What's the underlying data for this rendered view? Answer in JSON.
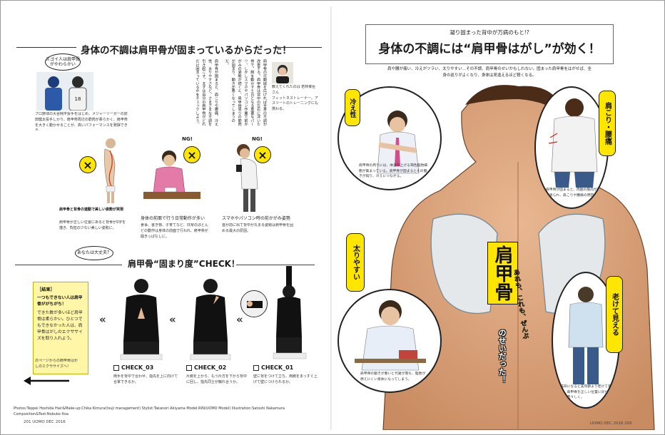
{
  "left_page": {
    "header": "身体の不調は肩甲骨が固まっているからだった！",
    "bubble_top": "スゴイ人は肩甲骨がやわらかい",
    "athlete_caption": "プロ野球の大谷翔平投手をはじめ、メジャーリーガーの前田健太投手しかり、肩甲骨周辺の筋肉が柔らかく、肩甲骨を大きく動かせることが、高いパフォーマンスを発揮できる。",
    "expert_caption": "教えてくれたのは 若林孝臣さん",
    "expert_role": "フィットネストレーナー。アスリートのトレーニングにも携わる。",
    "expert_name": "若林孝臣さん",
    "body_text_1": "肩甲骨の可動域を広げれば全身の不調が改善する。肩甲骨は背中の左右に浮いた骨で、腕を動かす土台となる重要なパーツ。しかしスマホやパソコン作業で前かがみの姿勢が続くと、肩甲骨周りの筋肉が固まり、動きが悪くなってしまうのだ。",
    "body_text_2": "肩甲骨が固まると、肩こりや腰痛、冷え性、太りやすさなど、さまざまな不調を引き起こす。まずは自分の肩甲骨がどれだけ固まっているかをチェックしよう。",
    "ng_label": "NG!",
    "cap_posture": "肩甲骨と背骨の連動で美しい姿勢が実現",
    "cap_posture_small": "肩甲骨が正しい位置にあると背骨がS字を描き、負担の少ない美しい姿勢に。",
    "cap_desk": "身体の前面で行う日常動作が多い",
    "cap_desk_small": "食事、書き物、子育てなど、日常のほとんどの動作は身体の前面で行われ、肩甲骨が開きっぱなしに。",
    "cap_phone": "スマホやパソコン時の前かがみ姿勢",
    "cap_phone_small": "首が前に出て背中が丸まる姿勢は肩甲骨を固める最大の原因。",
    "bubble_check": "あなたは大丈夫？",
    "check_title": "肩甲骨“固まり度”CHECK！",
    "result_head": "［結果］",
    "result_lines": [
      "一つもできない人は肩甲骨ががちがち！",
      "できた数が多いほど肩甲骨は柔らかい。ひとつでもできなかった人は、肩甲骨はがしのエクササイズを取り入れよう。"
    ],
    "arrow_note": "次ページからの肩甲骨はがしのエクササイズへ！",
    "check_03": "CHECK_03",
    "check_02": "CHECK_02",
    "check_01": "CHECK_01",
    "check_03_text": "両手を背中で合わせ、指先を上に向けて合掌できるか。",
    "check_02_text": "片腕を上から、もう片方を下から背中に回し、指先同士が触れ合うか。",
    "check_01_text": "壁に背をつけて立ち、両腕をまっすぐ上げて壁につけられるか。",
    "credits": "Photos:Teppei Hoshida  Hair&Make-up:Chika Kimura(tsuji management)  Stylist:Takanori Akiyama  Model:RIN(UOMO Model)  Illustration:Satoshi Nakamura  Composition&Text:Nobuko Itoa",
    "page_no": "201",
    "mag": "UOMO DEC 2016"
  },
  "right_page": {
    "kicker": "凝り固まった背中が万病のもと!?",
    "title": "身体の不調には“肩甲骨はがし”が効く！",
    "subtitle": "肩や腰が痛い、冷えがツラい、太りやすい…その不調、肩甲骨のせいかもしれない。固まった肩甲骨をはがせば、全身の巡りがよくなり、身体は見違えるほど軽くなる。",
    "tag_cold": "冷え性",
    "tag_stiff": "肩こり・腰痛",
    "tag_fat": "太りやすい",
    "tag_old": "老けて見える",
    "center_big": "肩甲骨",
    "center_small": "あれも、これも、ぜんぶ",
    "center_end": "のせいだった！",
    "text_cold": "肩甲骨の周りには、体温を上げる褐色脂肪細胞が集まっている。肩甲骨が固まるとその働きが鈍り、冷えにつながる。",
    "text_stiff": "肩甲骨が固まると、周囲の筋肉が引っ張られ、肩こりや腰痛の原因に。",
    "text_fat": "肩甲骨の動きが悪いと代謝が落ち、脂肪が燃えにくい身体になってしまう。",
    "text_old": "猫背になると実年齢より老けて見える。肩甲骨を正しい位置に戻せば姿勢も若々しく。",
    "page_no": "200",
    "mag": "UOMO DEC 2016"
  }
}
